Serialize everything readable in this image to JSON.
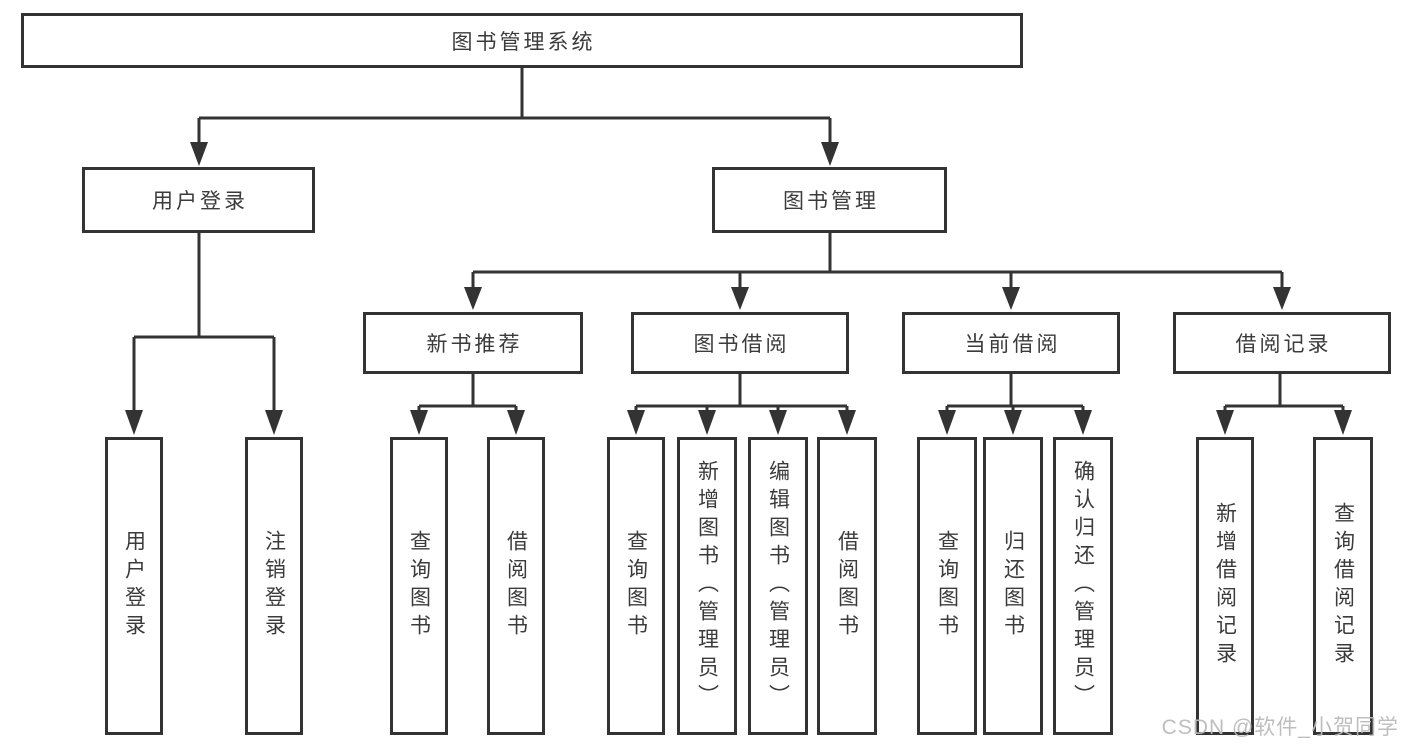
{
  "tree": {
    "root": "图书管理系统",
    "branches": [
      {
        "label": "用户登录",
        "leaves": [
          "用户登录",
          "注销登录"
        ]
      },
      {
        "label": "图书管理",
        "sections": [
          {
            "label": "新书推荐",
            "leaves": [
              "查询图书",
              "借阅图书"
            ]
          },
          {
            "label": "图书借阅",
            "leaves": [
              "查询图书",
              "新增图书（管理员）",
              "编辑图书（管理员）",
              "借阅图书"
            ]
          },
          {
            "label": "当前借阅",
            "leaves": [
              "查询图书",
              "归还图书",
              "确认归还（管理员）"
            ]
          },
          {
            "label": "借阅记录",
            "leaves": [
              "新增借阅记录",
              "查询借阅记录"
            ]
          }
        ]
      }
    ]
  },
  "watermark": {
    "text": "CSDN @软件_小贺同学"
  },
  "colors": {
    "line": "#333333",
    "box_border": "#333333",
    "text": "#3b3b3b",
    "background": "#ffffff",
    "watermark": "#bbbbbb"
  }
}
